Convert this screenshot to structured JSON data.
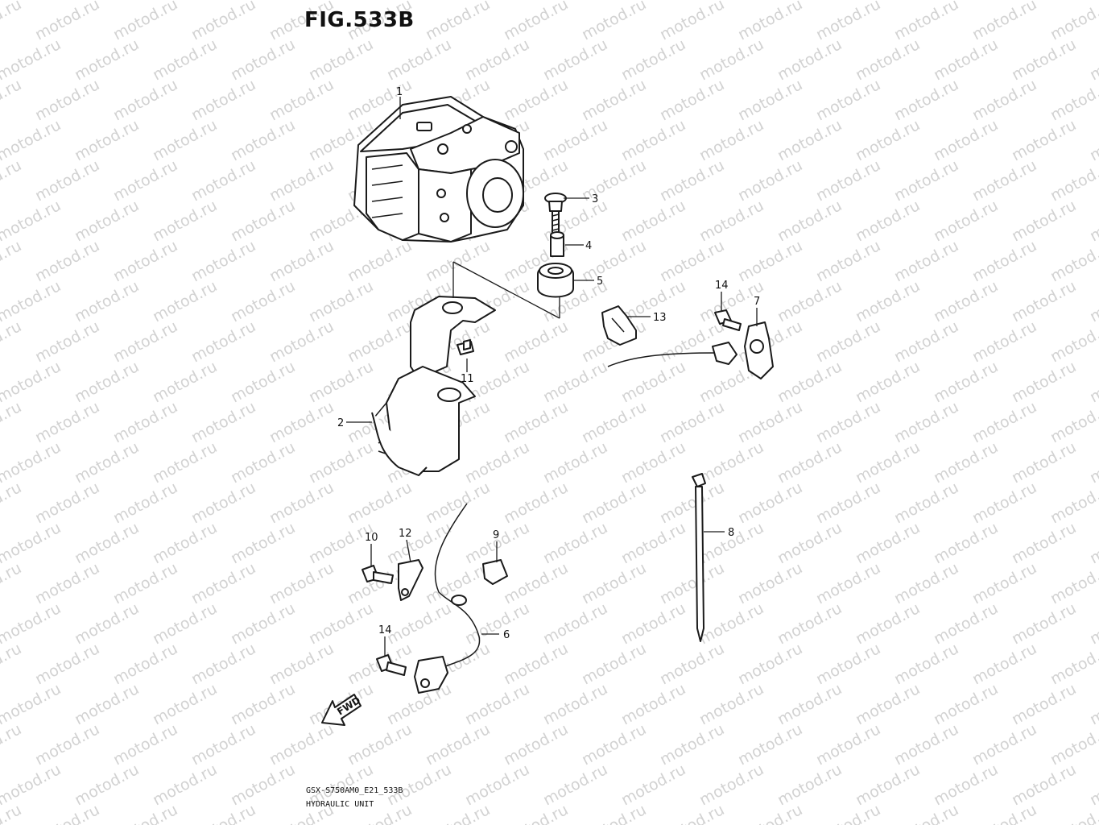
{
  "figure": {
    "title": "FIG.533B",
    "code": "GSX-S750AM0_E21_533B",
    "name": "HYDRAULIC UNIT"
  },
  "watermark": {
    "text": "motod.ru"
  },
  "callouts": [
    {
      "id": "1",
      "label": "1"
    },
    {
      "id": "2",
      "label": "2"
    },
    {
      "id": "3",
      "label": "3"
    },
    {
      "id": "4",
      "label": "4"
    },
    {
      "id": "5",
      "label": "5"
    },
    {
      "id": "6",
      "label": "6"
    },
    {
      "id": "7",
      "label": "7"
    },
    {
      "id": "8",
      "label": "8"
    },
    {
      "id": "9",
      "label": "9"
    },
    {
      "id": "10",
      "label": "10"
    },
    {
      "id": "11",
      "label": "11"
    },
    {
      "id": "12",
      "label": "12"
    },
    {
      "id": "13",
      "label": "13"
    },
    {
      "id": "14a",
      "label": "14"
    },
    {
      "id": "14b",
      "label": "14"
    }
  ],
  "direction_marker": {
    "label": "FWD",
    "icon": "fwd-arrow-icon"
  },
  "colors": {
    "ink": "#1a1a1a",
    "watermark": "#d2d2d2",
    "background": "#ffffff"
  }
}
